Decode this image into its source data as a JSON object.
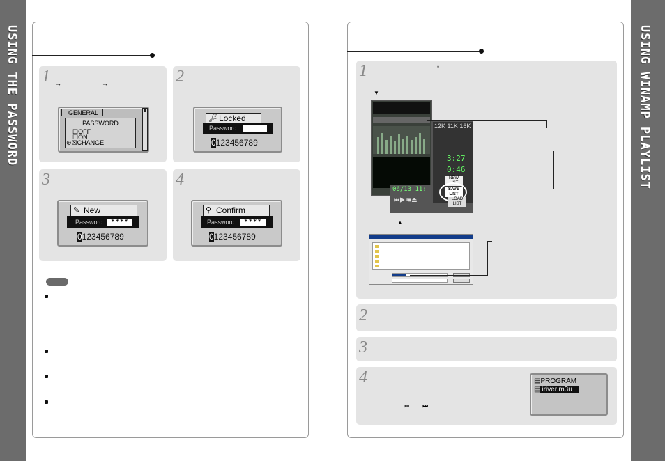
{
  "left_sidebar": {
    "title": "USING THE PASSWORD"
  },
  "right_sidebar": {
    "title": "USING WINAMP PLAYLIST"
  },
  "left_panel": {
    "steps": [
      {
        "number": "1",
        "screen": {
          "tab": "GENERAL",
          "heading": "PASSWORD",
          "options": [
            "OFF",
            "ON",
            "CHANGE"
          ]
        }
      },
      {
        "number": "2",
        "screen": {
          "title": "Locked",
          "field_label": "Password:",
          "digits": "0123456789",
          "cursor": "0",
          "rest": "123456789"
        }
      },
      {
        "number": "3",
        "screen": {
          "title": "New",
          "field_label": "Password",
          "masked": "****",
          "cursor": "0",
          "rest": "123456789"
        }
      },
      {
        "number": "4",
        "screen": {
          "title": "Confirm",
          "field_label": "Password:",
          "masked": "****",
          "cursor": "0",
          "rest": "123456789"
        }
      }
    ]
  },
  "right_panel": {
    "steps": [
      {
        "number": "1",
        "winamp": {
          "time1": "3:27",
          "time2": "0:46",
          "new_list": "NEW LIST",
          "save_list": "SAVE LIST",
          "load_list": "LOAD LIST",
          "bitrates": [
            "12K",
            "11K",
            "16K"
          ],
          "date_display": "06/13 11:"
        }
      },
      {
        "number": "2"
      },
      {
        "number": "3"
      },
      {
        "number": "4",
        "screen": {
          "items": [
            "PROGRAM",
            "iriver.m3u"
          ]
        }
      }
    ]
  },
  "colors": {
    "sidebar": "#6c6c6c",
    "step_bg": "#e4e4e4",
    "lcd": "#c9c9c9"
  }
}
